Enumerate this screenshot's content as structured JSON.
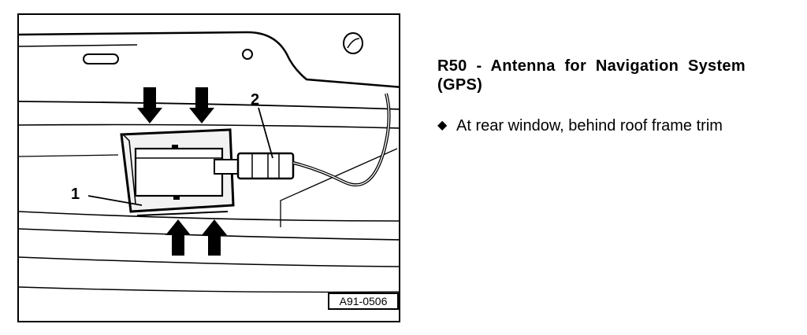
{
  "figure": {
    "callouts": {
      "antenna": "1",
      "connector": "2"
    },
    "code": "A91-0506"
  },
  "caption": {
    "title": "R50 - Antenna for Navigation System (GPS)",
    "bullets": [
      {
        "icon": "diamond-bullet-icon",
        "glyph": "◆",
        "text": "At rear window, behind roof frame trim"
      }
    ]
  }
}
